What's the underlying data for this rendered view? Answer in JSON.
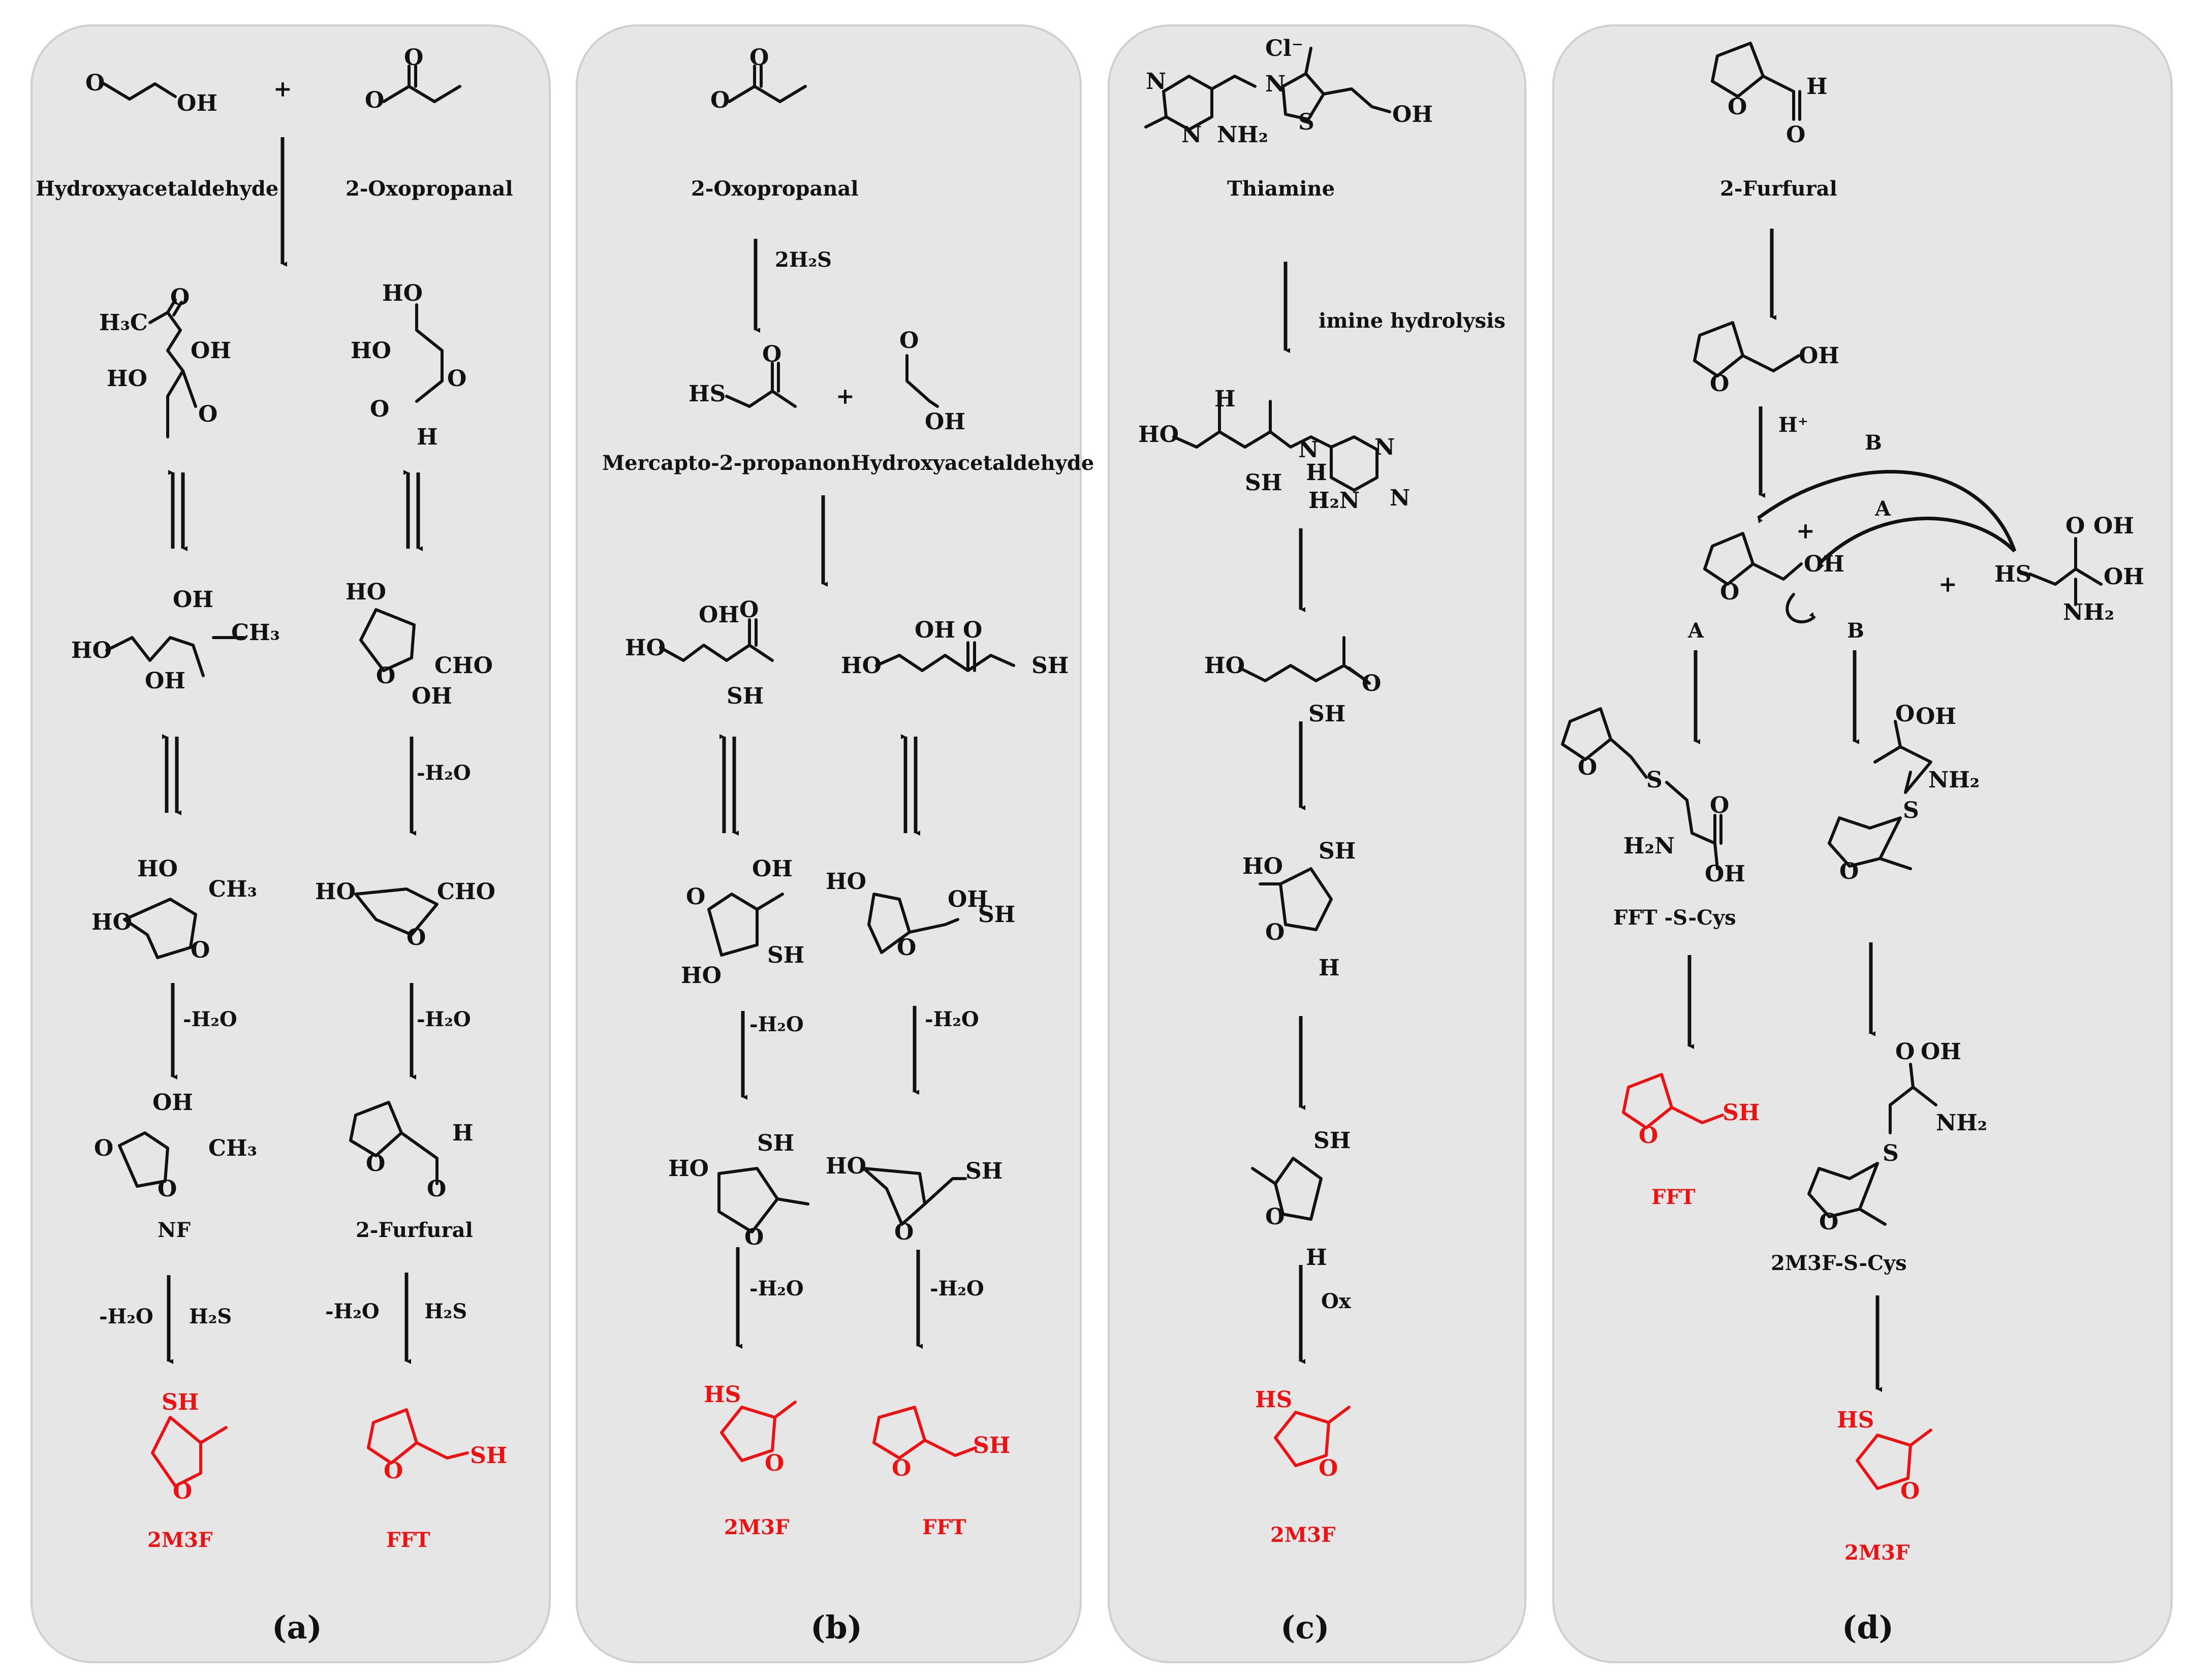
{
  "panels": {
    "a": {
      "caption": "(a)",
      "start_left": "Hydroxyacetaldehyde",
      "start_right": "2-Oxopropanal",
      "plus": "+",
      "right_furfural": "2-Furfural",
      "nf_label": "NF",
      "cond_h2o": "-H₂O",
      "cond_h2s": "H₂S",
      "product_left": "2M3F",
      "product_right": "FFT"
    },
    "b": {
      "caption": "(b)",
      "start": "2-Oxopropanal",
      "reagent": "2H₂S",
      "int_left": "Mercapto-2-propanon",
      "int_right": "Hydroxyacetaldehyde",
      "plus": "+",
      "cond_h2o": "-H₂O",
      "product_left": "2M3F",
      "product_right": "FFT"
    },
    "c": {
      "caption": "(c)",
      "start": "Thiamine",
      "counterion": "Cl⁻",
      "step1": "imine hydrolysis",
      "step_ox": "Ox",
      "product": "2M3F"
    },
    "d": {
      "caption": "(d)",
      "start": "2-Furfural",
      "proton": "H⁺",
      "path_a": "A",
      "path_b": "B",
      "plus": "+",
      "int_fft_cys": "FFT -S-Cys",
      "int_2m3f_cys": "2M3F-S-Cys",
      "product_left": "FFT",
      "product_right": "2M3F"
    }
  },
  "colors": {
    "panel_fill": "#e6e6e6",
    "product_red": "#ee1111",
    "ink": "#111111"
  }
}
